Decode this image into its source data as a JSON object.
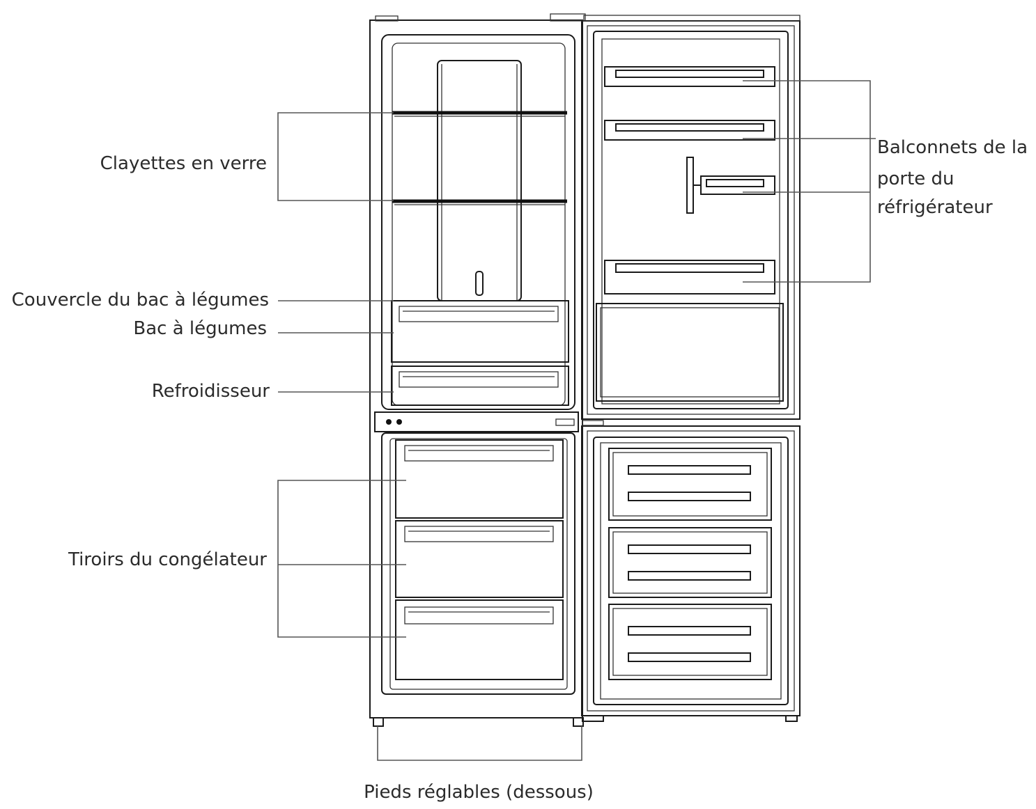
{
  "labels": {
    "glass_shelves": "Clayettes en verre",
    "crisper_cover": "Couvercle du bac à légumes",
    "crisper": "Bac à légumes",
    "chiller": "Refroidisseur",
    "freezer_drawers": "Tiroirs du congélateur",
    "door_balconies": [
      "Balconnets de la",
      "porte du",
      "réfrigérateur"
    ],
    "adjustable_feet": "Pieds réglables (dessous)"
  }
}
